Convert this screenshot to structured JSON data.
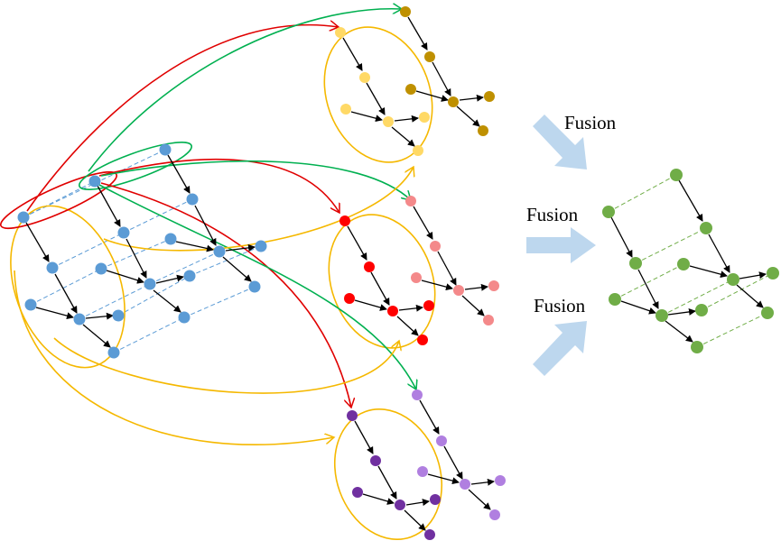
{
  "labels": {
    "fusion_top": "Fusion",
    "fusion_mid": "Fusion",
    "fusion_bot": "Fusion"
  },
  "colors": {
    "blue_node": "#5B9BD5",
    "yellow_node": "#FFD966",
    "gold_node": "#BF9000",
    "red_node": "#FF0000",
    "pink_node": "#F4898A",
    "purple_dark_node": "#7030A0",
    "purple_light_node": "#B07FE0",
    "green_node": "#70AD47",
    "yellow_outline": "#F5B800",
    "red_curve": "#E00000",
    "green_curve": "#00B050",
    "blue_dash": "#5B9BD5",
    "green_dash": "#70AD47",
    "fusion_arrow": "#BDD7EE",
    "edge": "#000000"
  },
  "icons": [
    "fusion-arrow-icon"
  ]
}
